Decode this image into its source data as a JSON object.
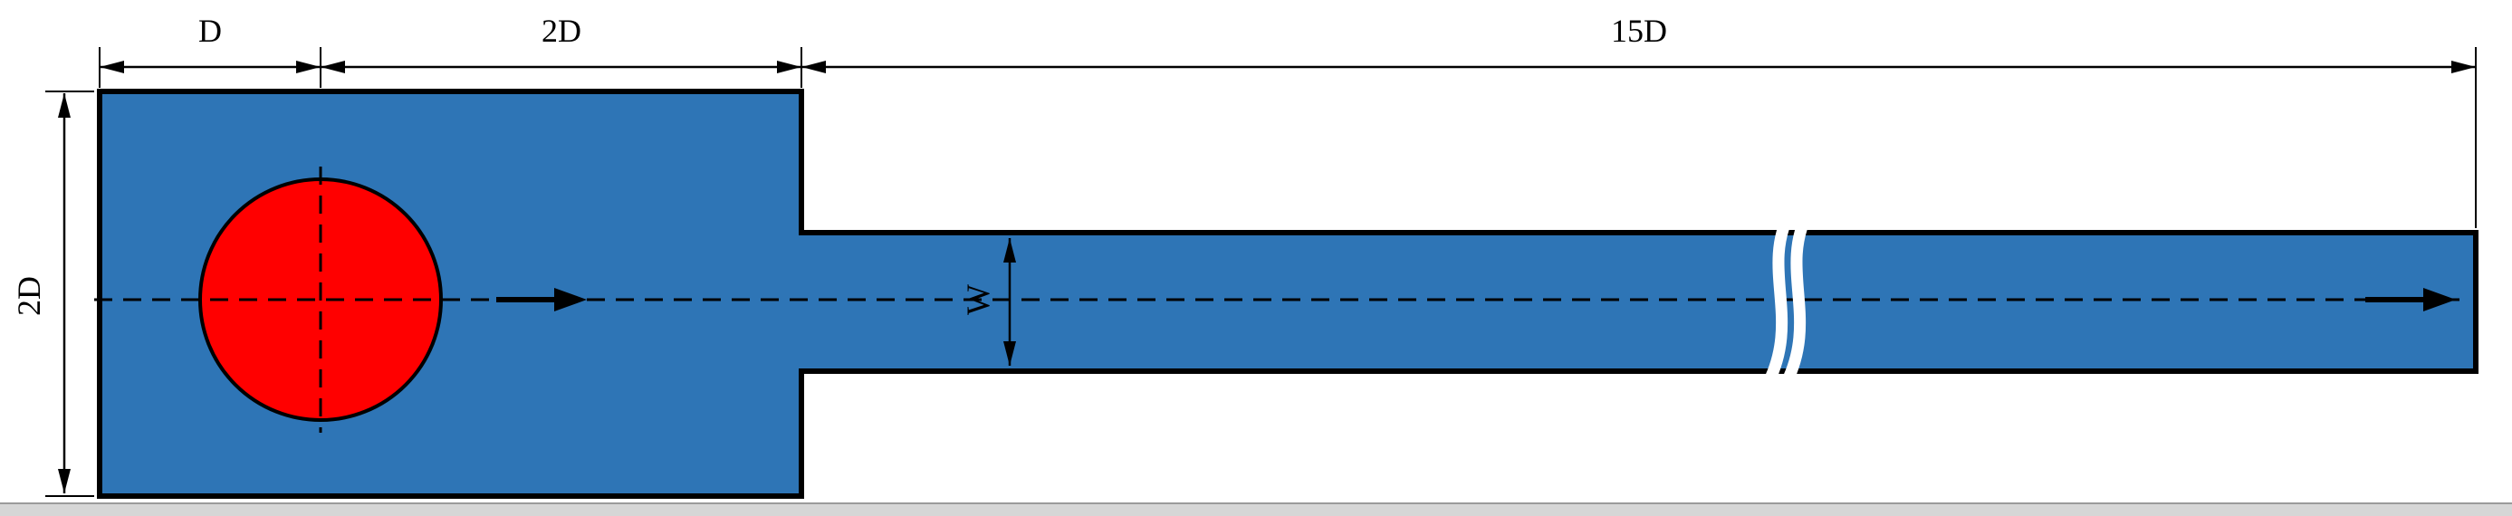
{
  "labels": {
    "dim_d": "D",
    "dim_2d_top": "2D",
    "dim_15d": "15D",
    "dim_2d_left": "2D",
    "dim_w": "W"
  },
  "colors": {
    "background": "#ffffff",
    "domain_fill": "#2e75b6",
    "domain_outline": "#000000",
    "cylinder_fill": "#ff0000",
    "cylinder_outline": "#000000",
    "dimension_lines": "#000000",
    "centerline": "#000000",
    "flow_arrow": "#000000",
    "break_symbol": "#ffffff",
    "bottom_bar_fill": "#d6d6d6",
    "bottom_bar_edge": "#9b9b9b"
  }
}
